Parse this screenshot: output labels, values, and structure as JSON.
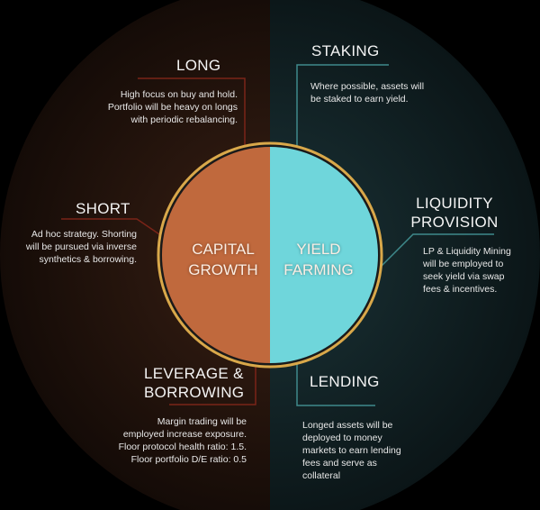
{
  "colors": {
    "capital": "#c0693d",
    "yield": "#6fd6db",
    "ring": "#d9a84a",
    "left_line": "#7a2418",
    "right_line": "#3f8a8c"
  },
  "core": {
    "left": {
      "line1": "CAPITAL",
      "line2": "GROWTH"
    },
    "right": {
      "line1": "YIELD",
      "line2": "FARMING"
    }
  },
  "strategies": {
    "long": {
      "title": "LONG",
      "text": "High focus on buy and hold. Portfolio will be heavy on longs with periodic rebalancing."
    },
    "short": {
      "title": "SHORT",
      "text": "Ad hoc strategy. Shorting will be pursued via inverse synthetics & borrowing."
    },
    "leverage": {
      "title": "LEVERAGE & BORROWING",
      "text": "Margin trading will be employed increase exposure. Floor protocol health ratio: 1.5. Floor portfolio D/E ratio: 0.5"
    },
    "staking": {
      "title": "STAKING",
      "text": "Where  possible, assets will be staked to earn yield."
    },
    "liquidity": {
      "title": "LIQUIDITY PROVISION",
      "text": "LP & Liquidity Mining will be employed to seek yield via swap fees & incentives."
    },
    "lending": {
      "title": "LENDING",
      "text": "Longed assets will be deployed to money markets to earn lending fees and serve as collateral"
    }
  }
}
